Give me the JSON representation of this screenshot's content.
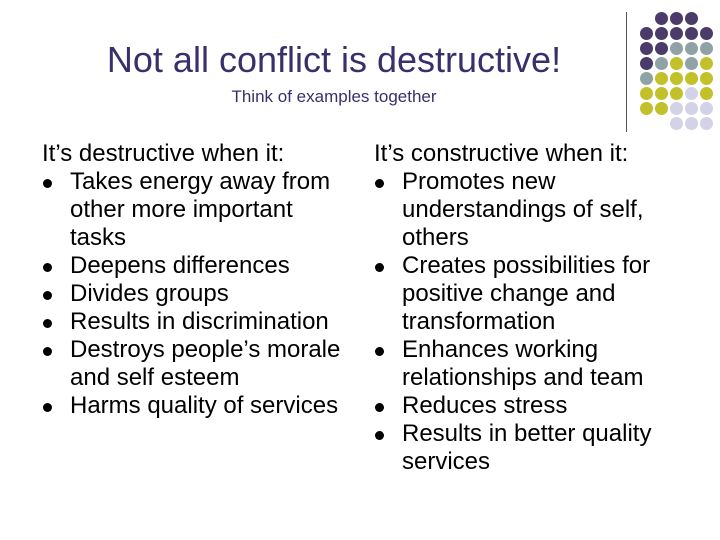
{
  "title": "Not all conflict is destructive!",
  "subtitle": "Think of examples together",
  "left_column": {
    "heading": "It’s destructive when it:",
    "items": [
      {
        "label": "Takes energy away from other more important tasks"
      },
      {
        "label": "Deepens differences"
      },
      {
        "label": "Divides groups"
      },
      {
        "label": "Results in discrimination"
      },
      {
        "label": "Destroys people’s morale and self esteem"
      },
      {
        "label": "Harms quality of services"
      }
    ]
  },
  "right_column": {
    "heading": "It’s constructive when it:",
    "items": [
      {
        "label": "Promotes new understandings of self, others"
      },
      {
        "label": "Creates possibilities for positive change and transformation"
      },
      {
        "label": "Enhances working relationships and team"
      },
      {
        "label": "Reduces stress"
      },
      {
        "label": "Results in better quality services"
      }
    ]
  },
  "colors": {
    "title": "#3a2f6b",
    "dot_purple": "#4a3b6b",
    "dot_grey": "#8fa3a6",
    "dot_yellow": "#c2c12b",
    "dot_lavender": "#d4d2e6"
  }
}
